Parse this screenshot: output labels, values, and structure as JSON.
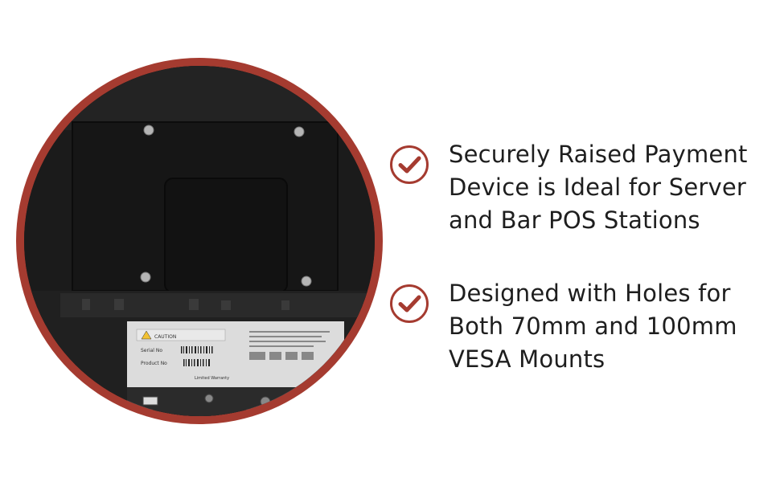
{
  "photo": {
    "description_icon": "monitor-back-vesa-plate-image",
    "frame_color": "#a53b30",
    "label_texts": {
      "caution": "CAUTION",
      "serial": "Serial No",
      "product": "Product No",
      "warranty": "Limited Warranty"
    }
  },
  "features": [
    {
      "icon": "check-circle-icon",
      "lines": [
        "Securely Raised Payment",
        "Device is Ideal for Server",
        "and Bar POS Stations"
      ]
    },
    {
      "icon": "check-circle-icon",
      "lines": [
        "Designed with Holes for",
        "Both 70mm and 100mm",
        "VESA Mounts"
      ]
    }
  ],
  "colors": {
    "accent": "#a53b30",
    "text": "#1e1e1e"
  }
}
